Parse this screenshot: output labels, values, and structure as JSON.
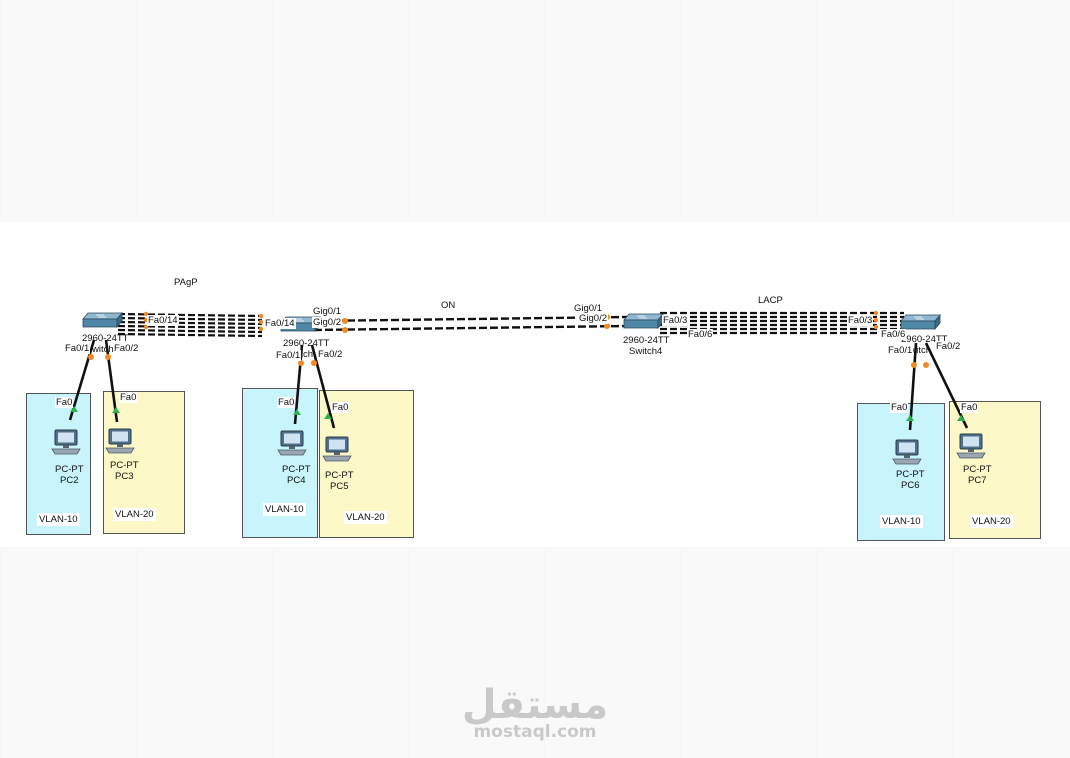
{
  "protocols": {
    "pagp": "PAgP",
    "on": "ON",
    "lacp": "LACP"
  },
  "switches": [
    {
      "name": "2960-24TT",
      "caption": "witch"
    },
    {
      "name": "2960-24TT",
      "caption": "Switch"
    },
    {
      "name": "2960-24TT",
      "caption": "Switch4"
    },
    {
      "name": "2960-24TT",
      "caption": "Switch"
    }
  ],
  "ports": {
    "s1_fa014": "Fa0/14",
    "s1_fa01": "Fa0/1",
    "s1_fa02": "Fa0/2",
    "s2_fa014": "Fa0/14",
    "s2_gig01": "Gig0/1",
    "s2_gig02": "Gig0/2",
    "s2_fa01": "Fa0/1",
    "s2_fa02": "Fa0/2",
    "s4_gig01": "Gig0/1",
    "s4_gig02": "Gig0/2",
    "s4_fa03": "Fa0/3",
    "s4_fa06": "Fa0/6",
    "s5_fa03": "Fa0/3",
    "s5_fa06": "Fa0/6",
    "s5_fa01": "Fa0/1",
    "s5_fa02": "Fa0/2"
  },
  "pcs": [
    {
      "type": "PC-PT",
      "name": "PC2",
      "port": "Fa0"
    },
    {
      "type": "PC-PT",
      "name": "PC3",
      "port": "Fa0"
    },
    {
      "type": "PC-PT",
      "name": "PC4",
      "port": "Fa0"
    },
    {
      "type": "PC-PT",
      "name": "PC5",
      "port": "Fa0"
    },
    {
      "type": "PC-PT",
      "name": "PC6",
      "port": "Fa0"
    },
    {
      "type": "PC-PT",
      "name": "PC7",
      "port": "Fa0"
    }
  ],
  "vlans": [
    {
      "label": "VLAN-10",
      "color": "#c8f4fb"
    },
    {
      "label": "VLAN-20",
      "color": "#fdf8c8"
    },
    {
      "label": "VLAN-10",
      "color": "#c8f4fb"
    },
    {
      "label": "VLAN-20",
      "color": "#fdf8c8"
    },
    {
      "label": "VLAN-10",
      "color": "#c8f4fb"
    },
    {
      "label": "VLAN-20",
      "color": "#fdf8c8"
    }
  ],
  "colors": {
    "link": "#111111",
    "port_dot": "#f08a24",
    "link_up": "#2bb24c"
  },
  "watermark": {
    "arabic": "مستقل",
    "latin": "mostaql.com"
  }
}
